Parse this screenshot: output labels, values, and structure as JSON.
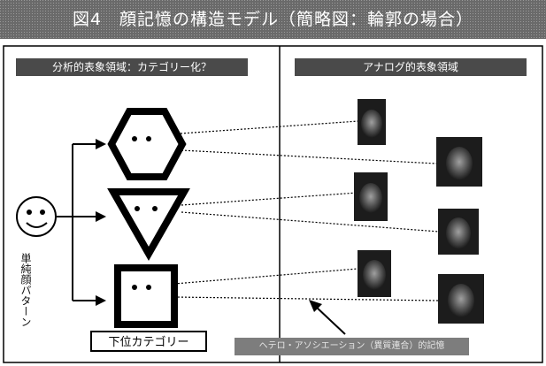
{
  "title": "図4　顔記憶の構造モデル（簡略図：輪郭の場合）",
  "left_panel_label": "分析的表象領域：カテゴリー化？",
  "right_panel_label": "アナログ的表象領域",
  "simple_face_label": "単純顔パターン",
  "category_label": "下位カテゴリー",
  "bottom_caption": "ヘテロ・アソシエーション（異質連合）的記憶",
  "colors": {
    "banner": "#5a5a5a",
    "panel_label_bg": "#4a4a4a",
    "photo_bg": "#1c1c1c",
    "line": "#000000"
  },
  "icons": [
    "smiley-face-icon",
    "hexagon-face-icon",
    "triangle-face-icon",
    "square-face-icon",
    "face-photo-icon",
    "arrow-icon"
  ]
}
